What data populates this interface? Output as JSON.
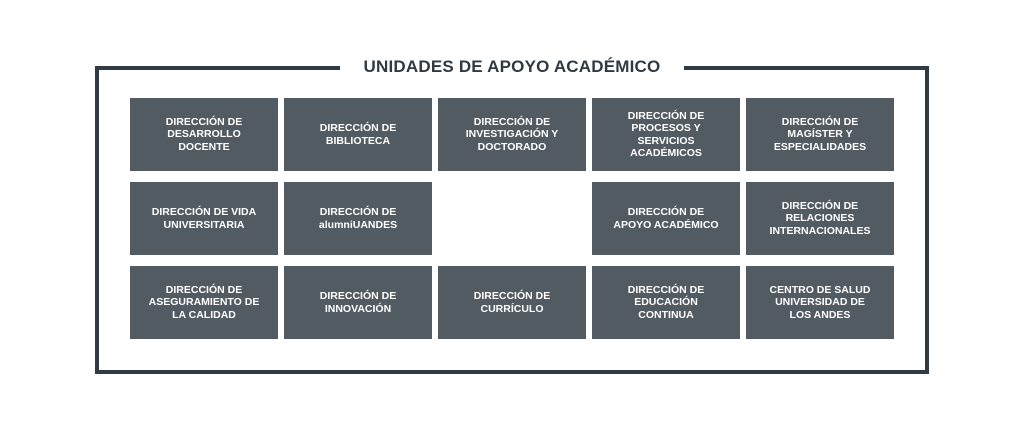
{
  "title": "UNIDADES DE APOYO ACADÉMICO",
  "units": [
    [
      "DIRECCIÓN DE\nDESARROLLO\nDOCENTE",
      "DIRECCIÓN DE\nBIBLIOTECA",
      "DIRECCIÓN DE\nINVESTIGACIÓN Y\nDOCTORADO",
      "DIRECCIÓN DE\nPROCESOS Y SERVICIOS\nACADÉMICOS",
      "DIRECCIÓN DE\nMAGÍSTER Y\nESPECIALIDADES"
    ],
    [
      "DIRECCIÓN DE VIDA\nUNIVERSITARIA",
      "DIRECCIÓN DE\nalumniUANDES",
      "",
      "DIRECCIÓN DE\nAPOYO ACADÉMICO",
      "DIRECCIÓN DE\nRELACIONES\nINTERNACIONALES"
    ],
    [
      "DIRECCIÓN DE\nASEGURAMIENTO DE\nLA CALIDAD",
      "DIRECCIÓN DE\nINNOVACIÓN",
      "DIRECCIÓN DE\nCURRÍCULO",
      "DIRECCIÓN DE\nEDUCACIÓN\nCONTINUA",
      "CENTRO DE SALUD\nUNIVERSIDAD DE\nLOS ANDES"
    ]
  ]
}
